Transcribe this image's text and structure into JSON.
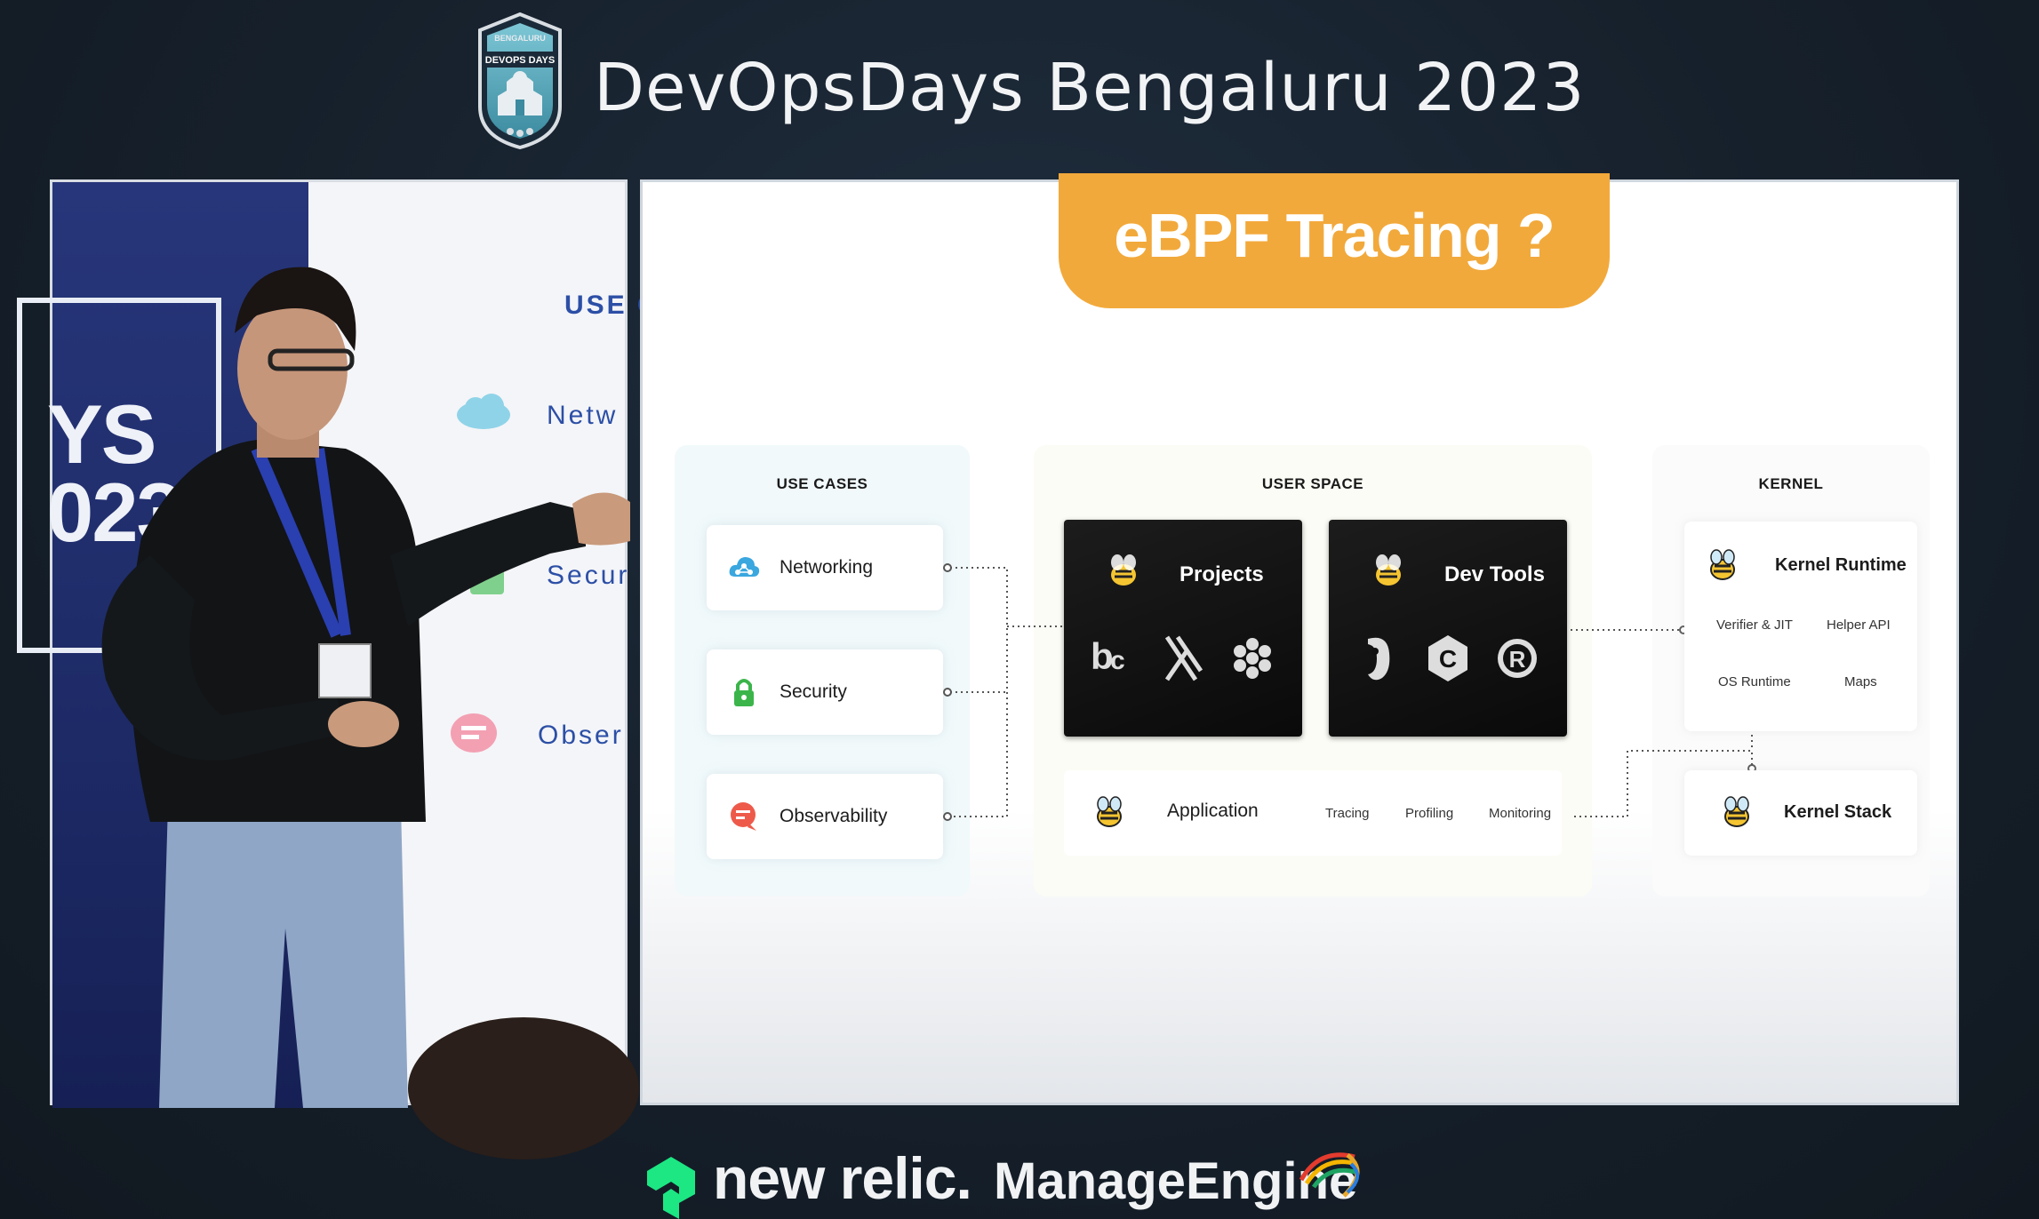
{
  "header": {
    "logo": {
      "ring_text": "BENGALURU",
      "ribbon_text": "DEVOPS DAYS"
    },
    "title": "DevOpsDays Bengaluru 2023"
  },
  "camera_feed": {
    "banner_text": "YS\n023",
    "background_use_cases": {
      "heading": "USE C",
      "items": [
        "Netw",
        "Secur",
        "Obser"
      ]
    }
  },
  "slide": {
    "title": "eBPF Tracing ?",
    "colors": {
      "title_bg": "#f2a93b",
      "card_dark": "#111111"
    },
    "use_cases": {
      "heading": "USE CASES",
      "items": [
        {
          "label": "Networking",
          "icon": "cloud-network-icon"
        },
        {
          "label": "Security",
          "icon": "lock-icon"
        },
        {
          "label": "Observability",
          "icon": "observability-chat-icon"
        }
      ]
    },
    "user_space": {
      "heading": "USER SPACE",
      "projects": {
        "label": "Projects",
        "icons": [
          "bcc-icon",
          "bpftrace-icon",
          "cilium-icon"
        ]
      },
      "dev_tools": {
        "label": "Dev Tools",
        "icons": [
          "go-icon",
          "c-icon",
          "rust-icon"
        ]
      },
      "application": {
        "label": "Application",
        "tags": [
          "Tracing",
          "Profiling",
          "Monitoring"
        ]
      }
    },
    "kernel": {
      "heading": "KERNEL",
      "runtime": {
        "label": "Kernel Runtime",
        "items": [
          "Verifier & JIT",
          "Helper API",
          "OS Runtime",
          "Maps"
        ]
      },
      "stack": {
        "label": "Kernel Stack"
      }
    }
  },
  "sponsors": {
    "new_relic": "new relic.",
    "manage_engine": "ManageEngine"
  }
}
